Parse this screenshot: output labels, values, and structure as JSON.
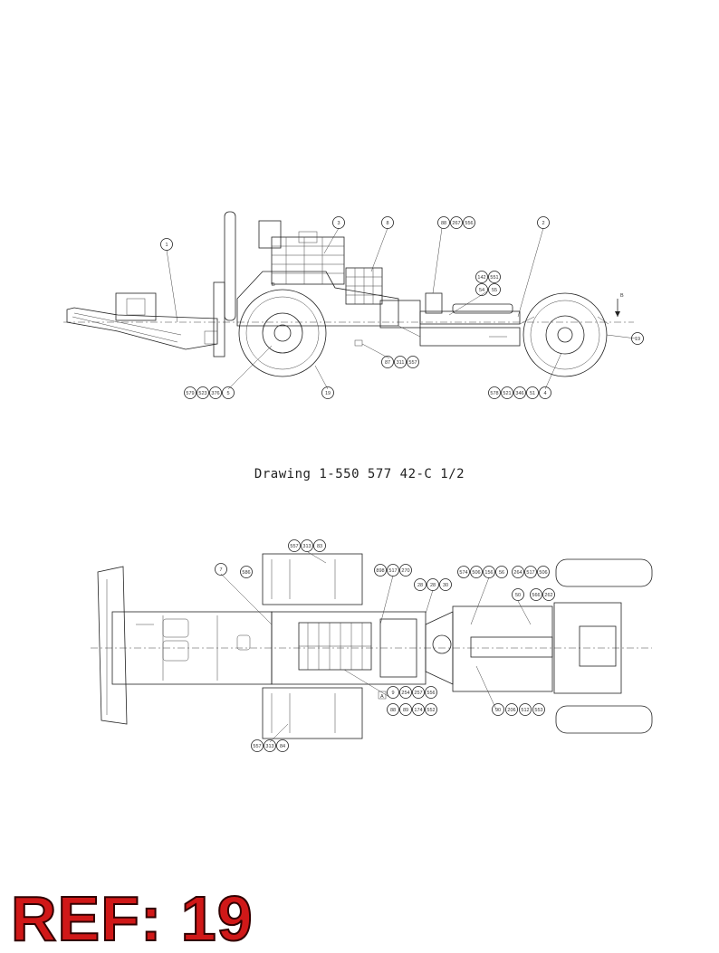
{
  "caption": "Drawing 1-550 577 42-C   1/2",
  "ref_label": "REF: 19",
  "colors": {
    "ref": "#d01818",
    "ink": "#222222"
  },
  "side_view_balloons": [
    {
      "id": "sv-1",
      "label": "1"
    },
    {
      "id": "sv-3",
      "label": "3"
    },
    {
      "id": "sv-8",
      "label": "8"
    },
    {
      "id": "sv-88",
      "label": "88"
    },
    {
      "id": "sv-267",
      "label": "267"
    },
    {
      "id": "sv-556",
      "label": "556"
    },
    {
      "id": "sv-2",
      "label": "2"
    },
    {
      "id": "sv-142",
      "label": "142"
    },
    {
      "id": "sv-551",
      "label": "551"
    },
    {
      "id": "sv-54",
      "label": "54"
    },
    {
      "id": "sv-55",
      "label": "55"
    },
    {
      "id": "sv-19r",
      "label": "19"
    },
    {
      "id": "sv-87",
      "label": "87"
    },
    {
      "id": "sv-311",
      "label": "311"
    },
    {
      "id": "sv-557",
      "label": "557"
    },
    {
      "id": "sv-579",
      "label": "579"
    },
    {
      "id": "sv-523",
      "label": "523"
    },
    {
      "id": "sv-376",
      "label": "376"
    },
    {
      "id": "sv-5",
      "label": "5"
    },
    {
      "id": "sv-19b",
      "label": "19"
    },
    {
      "id": "sv-578",
      "label": "578"
    },
    {
      "id": "sv-521",
      "label": "521"
    },
    {
      "id": "sv-346",
      "label": "346"
    },
    {
      "id": "sv-51",
      "label": "51"
    },
    {
      "id": "sv-4",
      "label": "4"
    }
  ],
  "top_view_balloons": [
    {
      "id": "tv-557a",
      "label": "557"
    },
    {
      "id": "tv-313a",
      "label": "313"
    },
    {
      "id": "tv-83",
      "label": "83"
    },
    {
      "id": "tv-7",
      "label": "7"
    },
    {
      "id": "tv-586",
      "label": "586"
    },
    {
      "id": "tv-898",
      "label": "898"
    },
    {
      "id": "tv-517",
      "label": "517"
    },
    {
      "id": "tv-270",
      "label": "270"
    },
    {
      "id": "tv-28a",
      "label": "28"
    },
    {
      "id": "tv-28b",
      "label": "28"
    },
    {
      "id": "tv-30",
      "label": "30"
    },
    {
      "id": "tv-574",
      "label": "574"
    },
    {
      "id": "tv-506",
      "label": "506"
    },
    {
      "id": "tv-156",
      "label": "156"
    },
    {
      "id": "tv-56",
      "label": "56"
    },
    {
      "id": "tv-264",
      "label": "264"
    },
    {
      "id": "tv-517b",
      "label": "517"
    },
    {
      "id": "tv-506b",
      "label": "506"
    },
    {
      "id": "tv-50",
      "label": "50"
    },
    {
      "id": "tv-566",
      "label": "566"
    },
    {
      "id": "tv-262",
      "label": "262"
    },
    {
      "id": "tv-9",
      "label": "9"
    },
    {
      "id": "tv-254",
      "label": "254"
    },
    {
      "id": "tv-257",
      "label": "257"
    },
    {
      "id": "tv-556",
      "label": "556"
    },
    {
      "id": "tv-88",
      "label": "88"
    },
    {
      "id": "tv-89",
      "label": "89"
    },
    {
      "id": "tv-174",
      "label": "174"
    },
    {
      "id": "tv-552",
      "label": "552"
    },
    {
      "id": "tv-90",
      "label": "90"
    },
    {
      "id": "tv-206",
      "label": "206"
    },
    {
      "id": "tv-512",
      "label": "512"
    },
    {
      "id": "tv-553",
      "label": "553"
    },
    {
      "id": "tv-557b",
      "label": "557"
    },
    {
      "id": "tv-313b",
      "label": "313"
    },
    {
      "id": "tv-84",
      "label": "84"
    }
  ],
  "view_markers": [
    {
      "id": "mk-b-left",
      "label": "B"
    },
    {
      "id": "mk-b-right",
      "label": "B"
    },
    {
      "id": "mk-a",
      "label": "A"
    }
  ]
}
